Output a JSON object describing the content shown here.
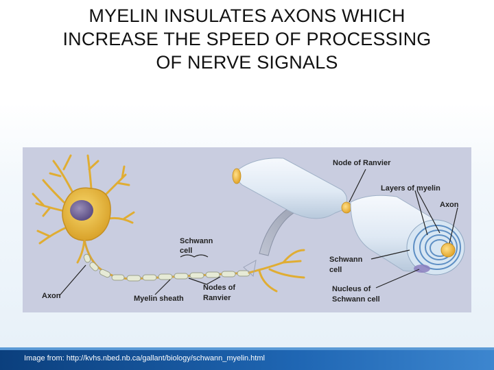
{
  "title": {
    "line1": "MYELIN INSULATES AXONS WHICH",
    "line2": "INCREASE THE SPEED OF PROCESSING",
    "line3": "OF NERVE SIGNALS"
  },
  "labels": {
    "node_of_ranvier": "Node of Ranvier",
    "layers_of_myelin": "Layers of myelin",
    "axon_right": "Axon",
    "schwann_cell_top_1": "Schwann",
    "schwann_cell_top_2": "cell",
    "schwann_cell_right_1": "Schwann",
    "schwann_cell_right_2": "cell",
    "nucleus_1": "Nucleus of",
    "nucleus_2": "Schwann cell",
    "nodes_1": "Nodes of",
    "nodes_2": "Ranvier",
    "axon_left": "Axon",
    "myelin_sheath": "Myelin sheath"
  },
  "footer": {
    "credit": "Image from: http://kvhs.nbed.nb.ca/gallant/biology/schwann_myelin.html"
  },
  "colors": {
    "figure_bg": "#c9cde0",
    "neuron": "#e8b836",
    "myelin": "#e6ead6",
    "sheath": "#e4eef8",
    "footer": "#1f66b3"
  }
}
